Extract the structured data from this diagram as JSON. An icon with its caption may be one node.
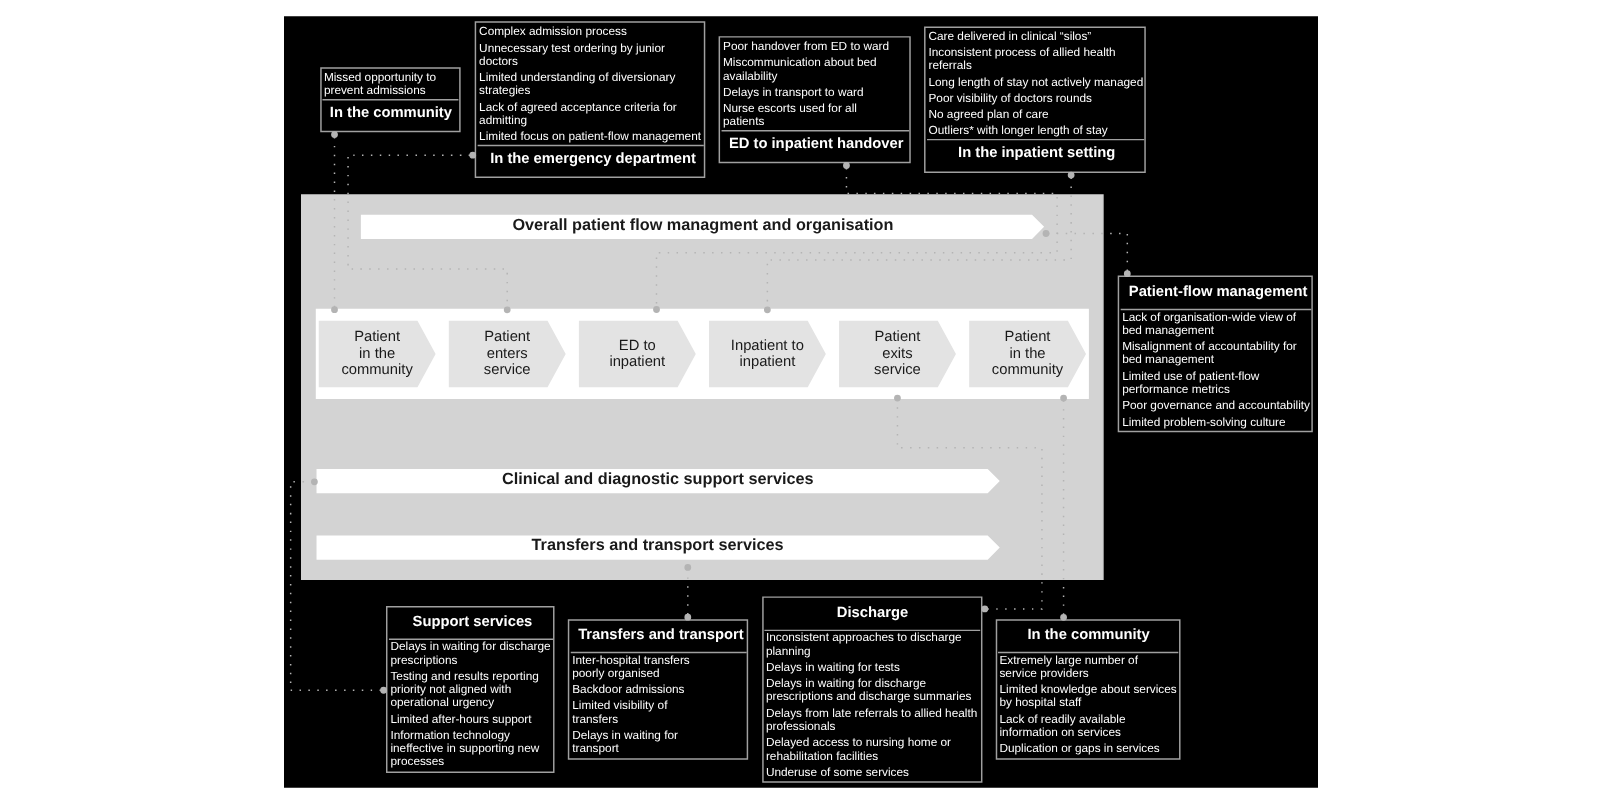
{
  "diagram": {
    "nodes": [
      {
        "text": [
          "Missed opportunity to prevent admissions",
          "In the community"
        ]
      },
      {
        "text": [
          "Complex admission process",
          "Unnecessary test ordering by junior doctors",
          "Limited understanding of diversionary strategies",
          "Lack of agreed acceptance criteria for admitting",
          "Limited focus on patient-flow management",
          "In the emergency department"
        ]
      },
      {
        "text": [
          "Poor handover from ED to ward",
          "Miscommunication about bed availability",
          "Delays in transport to ward",
          "Nurse escorts used for all patients",
          "ED to inpatient handover"
        ]
      },
      {
        "text": [
          "Care delivered in clinical “silos”",
          "Inconsistent process of allied health referrals",
          "Long length of stay not actively managed",
          "Poor visibility of doctors rounds",
          "No agreed plan of care",
          "Outliers* with longer length of stay",
          "In the inpatient setting"
        ]
      },
      {
        "text": [],
        "shape": "box"
      },
      {
        "text": [
          "Overall patient flow managment and organisation"
        ],
        "in": 4
      },
      {
        "text": [],
        "shape": "bar",
        "in": 4
      },
      {
        "text": [
          "Patient in the community"
        ],
        "in": 6
      },
      {
        "text": [
          "Patient enters service"
        ],
        "in": 6
      },
      {
        "text": [
          "ED to inpatient"
        ],
        "in": 6
      },
      {
        "text": [
          "Inpatient to inpatient"
        ],
        "in": 6
      },
      {
        "text": [
          "Patient exits service"
        ],
        "in": 6
      },
      {
        "text": [
          "Patient in the community"
        ],
        "in": 6
      },
      {
        "text": [
          "Clinical and diagnostic support services"
        ],
        "in": 4
      },
      {
        "text": [
          "Transfers and transport services"
        ],
        "in": 4
      },
      {
        "text": [
          "Patient-flow management",
          "Lack of organisation-wide view of bed management",
          "Misalignment of accountability for bed management",
          "Limited use of patient-flow performance metrics",
          "Poor governance and accountability",
          "Limited problem-solving culture"
        ]
      },
      {
        "text": [
          "Support services",
          "Delays in waiting for discharge prescriptions",
          "Testing and results reporting priority not aligned with operational urgency",
          "Limited after-hours support",
          "Information technology ineffective in supporting new processes"
        ]
      },
      {
        "text": [
          "Transfers and transport",
          "Inter-hospital transfers poorly organised",
          "Backdoor admissions",
          "Limited visibility of transfers",
          "Delays in waiting for transport"
        ]
      },
      {
        "text": [
          "Discharge",
          "Inconsistent approaches to discharge planning",
          "Delays in waiting for tests",
          "Delays in waiting for discharge prescriptions and discharge summaries",
          "Delays from late referrals to allied health professionals",
          "Delayed access to nursing home or rehabilitation facilities",
          "Underuse of some services"
        ]
      },
      {
        "text": [
          "In the community",
          "Extremely large number of service providers",
          "Limited knowledge about services by hospital staff",
          "Lack of readily available information on services",
          "Duplication or gaps in services"
        ]
      }
    ],
    "edges": [
      {
        "from": 0,
        "to": 7,
        "arrow": "other"
      },
      {
        "from": 1,
        "to": 8,
        "arrow": "other"
      },
      {
        "from": 2,
        "to": 9,
        "arrow": "other"
      },
      {
        "from": 3,
        "to": 10,
        "arrow": "other"
      },
      {
        "from": 15,
        "to": 5,
        "arrow": "other"
      },
      {
        "from": 16,
        "to": 13,
        "arrow": "other"
      },
      {
        "from": 17,
        "to": 14,
        "arrow": "other"
      },
      {
        "from": 18,
        "to": 11,
        "arrow": "other"
      },
      {
        "from": 19,
        "to": 12,
        "arrow": "other"
      }
    ]
  }
}
